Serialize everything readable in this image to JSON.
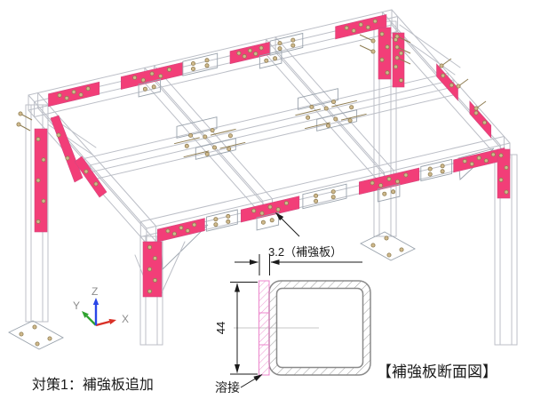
{
  "title": {
    "label": "対策1：補強板追加"
  },
  "section_view": {
    "caption": "【補強板断面図】",
    "thickness_dim": "3.2（補強板）",
    "height_dim": "44",
    "weld_label": "溶接"
  },
  "axis_triad": {
    "x": "X",
    "y": "Y",
    "z": "Z"
  },
  "colors": {
    "plate": "#F23E78",
    "plate_edge": "#D2487F",
    "wire": "#BCBFC7",
    "joint": "#9AA3AD",
    "bolt_fill": "#CFB98C",
    "bolt_edge": "#8F7D52",
    "axis_x": "#D93026",
    "axis_y": "#2FA32F",
    "axis_z": "#2A46E8",
    "dim": "#1A1A1A",
    "text": "#1A1A1A",
    "hatch": "#9A9A9A",
    "hatch_pink": "#EC86CC",
    "label_gray": "#8C8C8C"
  }
}
